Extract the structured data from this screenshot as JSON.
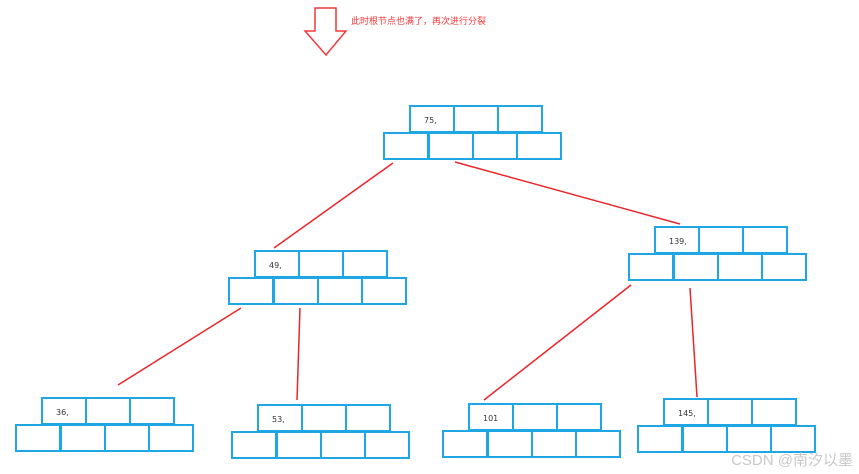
{
  "annotation": "此时根节点也满了，再次进行分裂",
  "colors": {
    "box": "#1ea7e4",
    "line": "#e8262b",
    "text": "#333333"
  },
  "nodes": [
    {
      "id": "root",
      "key": "75,"
    },
    {
      "id": "left",
      "key": "49,"
    },
    {
      "id": "right",
      "key": "139,"
    },
    {
      "id": "leaf-36",
      "key": "36,"
    },
    {
      "id": "leaf-53",
      "key": "53,"
    },
    {
      "id": "leaf-101",
      "key": "101"
    },
    {
      "id": "leaf-145",
      "key": "145,"
    }
  ],
  "edges": [
    [
      "root",
      "left"
    ],
    [
      "root",
      "right"
    ],
    [
      "left",
      "leaf-36"
    ],
    [
      "left",
      "leaf-53"
    ],
    [
      "right",
      "leaf-101"
    ],
    [
      "right",
      "leaf-145"
    ]
  ],
  "watermark": "CSDN @南汐以墨"
}
